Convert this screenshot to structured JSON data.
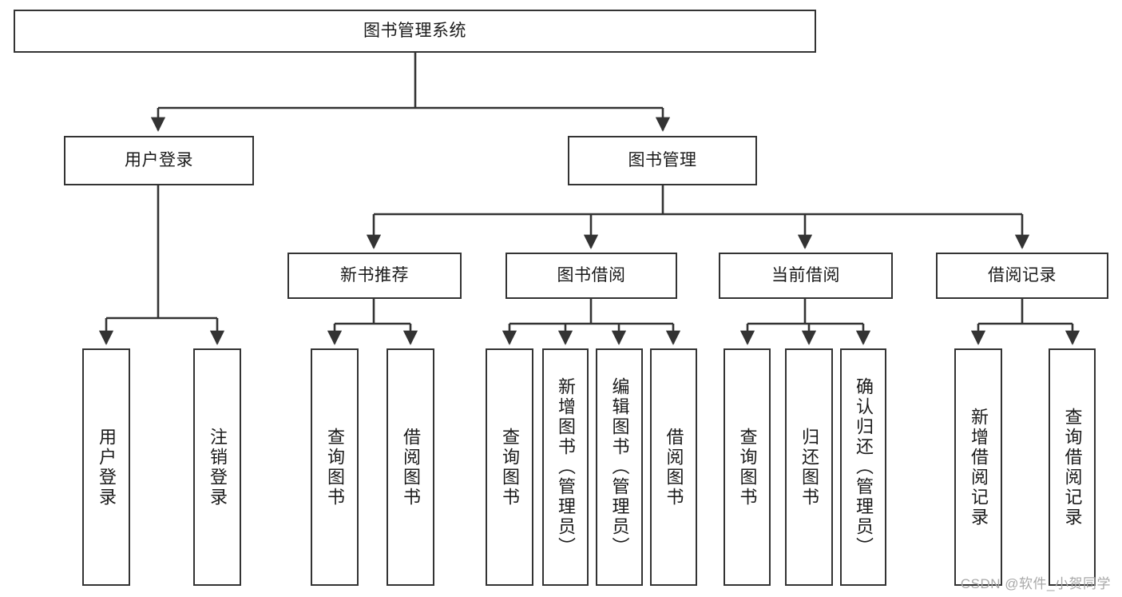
{
  "diagram": {
    "title": "图书管理系统",
    "type": "tree-hierarchy-chart",
    "root": {
      "id": "root",
      "label": "图书管理系统"
    },
    "level2": [
      {
        "id": "user-login",
        "label": "用户登录"
      },
      {
        "id": "book-manage",
        "label": "图书管理"
      }
    ],
    "level3": [
      {
        "id": "new-book-recommend",
        "label": "新书推荐"
      },
      {
        "id": "book-borrow",
        "label": "图书借阅"
      },
      {
        "id": "current-borrow",
        "label": "当前借阅"
      },
      {
        "id": "borrow-record",
        "label": "借阅记录"
      }
    ],
    "leaves": [
      {
        "id": "leaf-user-login",
        "label": "用户登录",
        "parent": "user-login"
      },
      {
        "id": "leaf-logout-login",
        "label": "注销登录",
        "parent": "user-login"
      },
      {
        "id": "leaf-query-book-1",
        "label": "查询图书",
        "parent": "new-book-recommend"
      },
      {
        "id": "leaf-borrow-book-1",
        "label": "借阅图书",
        "parent": "new-book-recommend"
      },
      {
        "id": "leaf-query-book-2",
        "label": "查询图书",
        "parent": "book-borrow"
      },
      {
        "id": "leaf-add-book",
        "label": "新增图书（管理员）",
        "parent": "book-borrow"
      },
      {
        "id": "leaf-edit-book",
        "label": "编辑图书（管理员）",
        "parent": "book-borrow"
      },
      {
        "id": "leaf-borrow-book-2",
        "label": "借阅图书",
        "parent": "book-borrow"
      },
      {
        "id": "leaf-query-book-3",
        "label": "查询图书",
        "parent": "current-borrow"
      },
      {
        "id": "leaf-return-book",
        "label": "归还图书",
        "parent": "current-borrow"
      },
      {
        "id": "leaf-confirm-return",
        "label": "确认归还（管理员）",
        "parent": "current-borrow"
      },
      {
        "id": "leaf-add-record",
        "label": "新增借阅记录",
        "parent": "borrow-record"
      },
      {
        "id": "leaf-query-record",
        "label": "查询借阅记录",
        "parent": "borrow-record"
      }
    ]
  },
  "watermark": "CSDN @软件_小贺同学",
  "colors": {
    "stroke": "#333333",
    "background": "#ffffff",
    "text": "#1a1a1a",
    "watermark": "#a8a8a8"
  }
}
